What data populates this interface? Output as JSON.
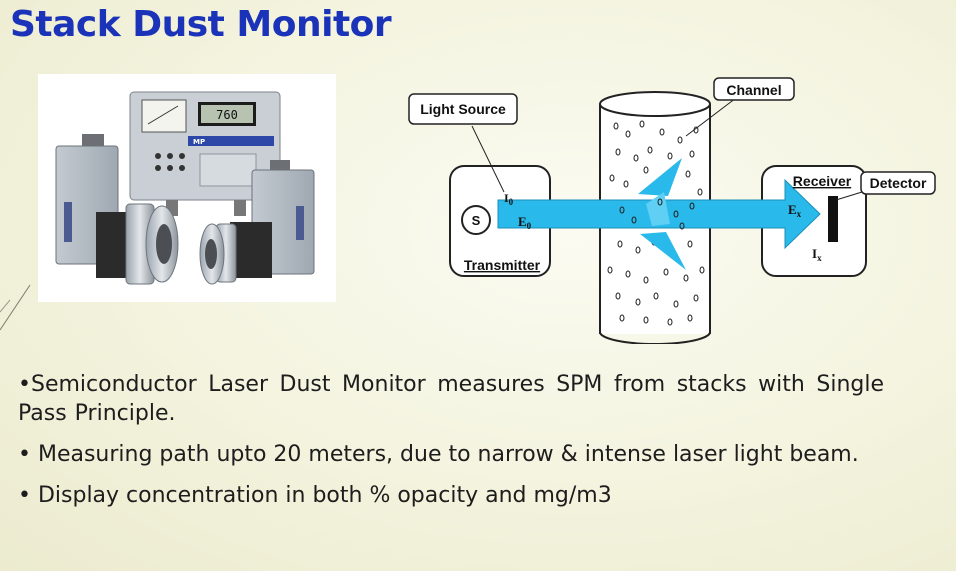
{
  "slide": {
    "title": "Stack Dust Monitor",
    "bullets": [
      "•Semiconductor Laser Dust Monitor measures SPM from stacks with Single Pass    Principle.",
      "• Measuring path upto 20 meters, due to narrow & intense laser light beam.",
      "• Display concentration in both % opacity and mg/m3"
    ]
  },
  "photo": {
    "display_reading": "760",
    "panel_brand": "MP"
  },
  "diagram": {
    "labels": {
      "light_source": "Light Source",
      "channel": "Channel",
      "receiver": "Receiver",
      "detector": "Detector",
      "transmitter": "Transmitter",
      "source_symbol": "S"
    },
    "symbols": {
      "i0_base": "I",
      "i0_sub": "0",
      "e0_base": "E",
      "e0_sub": "0",
      "ex_base": "E",
      "ex_sub": "x",
      "ix_base": "I",
      "ix_sub": "x"
    },
    "colors": {
      "beam": "#29b9ea",
      "title": "#1a33b8"
    }
  }
}
